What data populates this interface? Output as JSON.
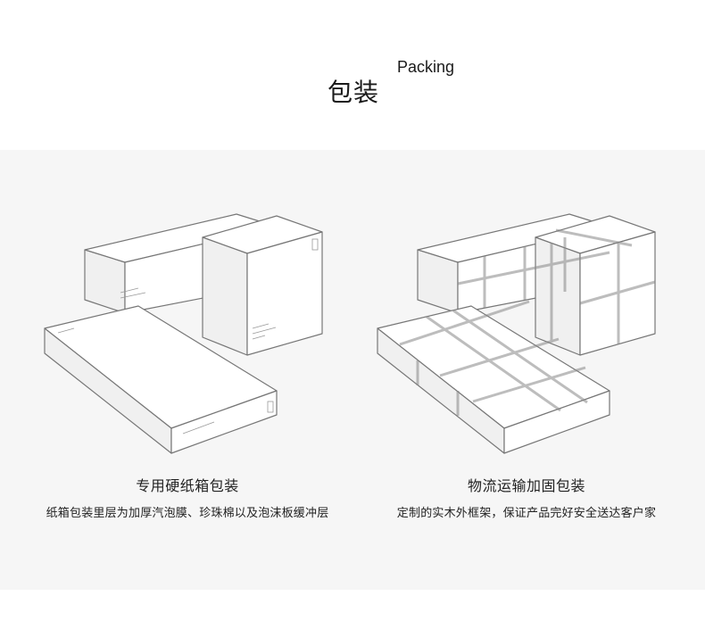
{
  "header": {
    "title_cn": "包装",
    "title_en": "Packing"
  },
  "left": {
    "title": "专用硬纸箱包装",
    "description": "纸箱包装里层为加厚汽泡膜、珍珠棉以及泡沫板缓冲层"
  },
  "right": {
    "title": "物流运输加固包装",
    "description": "定制的实木外框架，保证产品完好安全送达客户家"
  }
}
